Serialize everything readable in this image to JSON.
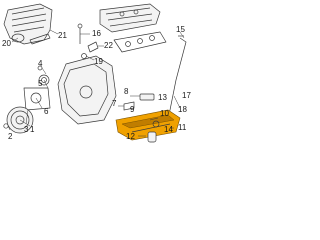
{
  "diagram": {
    "callouts": [
      "20",
      "21",
      "16",
      "22",
      "19",
      "15",
      "4",
      "5",
      "6",
      "3",
      "2",
      "1",
      "7",
      "8",
      "13",
      "9",
      "10",
      "17",
      "14",
      "18",
      "11",
      "12"
    ],
    "highlight_color": "#f0a100",
    "line_color": "#3a3a3a"
  }
}
